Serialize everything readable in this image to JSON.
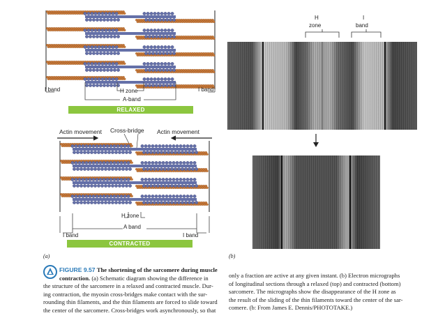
{
  "relaxed": {
    "label_i_band_left": "I band",
    "label_i_band_right": "I band",
    "label_h_zone": "H zone",
    "label_a_band": "A-band",
    "state_label": "RELAXED"
  },
  "contracted": {
    "label_actin_left": "Actin movement",
    "label_actin_right": "Actin movement",
    "label_cross_bridge": "Cross-bridge",
    "label_h_zone": "H zone",
    "label_a_band": "A band",
    "label_i_band_left": "I band",
    "label_i_band_right": "I band",
    "state_label": "CONTRACTED"
  },
  "micrograph": {
    "label_h": "H",
    "label_zone": "zone",
    "label_i": "I",
    "label_band": "band"
  },
  "panel_labels": {
    "a": "(a)",
    "b": "(b)"
  },
  "caption": {
    "fig_number": "FIGURE 9.57",
    "title_line1": "The shortening of the sarcomere during muscle",
    "title_line2": "contraction.",
    "left_line2_rest": "(a) Schematic diagram showing the difference in",
    "left_line3": "the structure of the sarcomere in a relaxed and contracted muscle. Dur-",
    "left_line4": "ing contraction, the myosin cross-bridges make contact with the sur-",
    "left_line5": "rounding thin filaments, and the thin filaments are forced to slide toward",
    "left_line6": "the center of the sarcomere. Cross-bridges work asynchronously, so that",
    "right_line1": "only a fraction are active at any given instant. (b) Electron micrographs",
    "right_line2": "of longitudinal sections through a relaxed (top) and contracted (bottom)",
    "right_line3": "sarcomere. The micrographs show the disappearance of the H zone as",
    "right_line4": "the result of the sliding of the thin filaments toward the center of the sar-",
    "right_line5": "comere. (b: From James E. Dennis/PHOTOTAKE.)"
  },
  "colors": {
    "actin": "#c87a3a",
    "myosin": "#6470a8",
    "accent_bar": "#8cc63f",
    "figure_blue": "#2a7ab8"
  }
}
